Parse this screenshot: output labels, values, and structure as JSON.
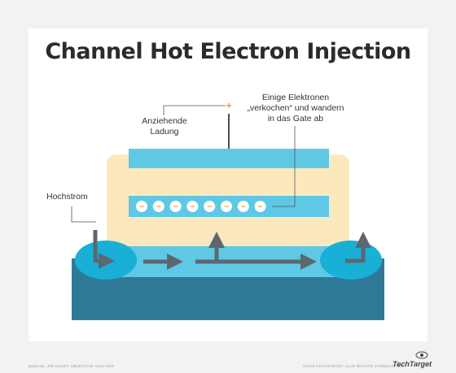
{
  "title": "Channel Hot Electron Injection",
  "labels": {
    "attractive_charge": [
      "Anziehende",
      "Ladung"
    ],
    "electrons_boil": [
      "Einige Elektronen",
      "„verkochen“ und wandern",
      "in das Gate ab"
    ],
    "high_current": "Hochstrom",
    "plus_sign": "+",
    "electron_sign": "−"
  },
  "electron_count": 8,
  "footer": {
    "source": "QUELLE: JIM HANDY, OBJECTIVE ANALYSIS",
    "copyright": "©2018 TECHTARGET. ALLE RECHTE VORBEHALTEN.",
    "brand": "TechTarget"
  },
  "colors": {
    "cream": "#fce8bd",
    "light_blue": "#5ec8e5",
    "dark_teal": "#2e7a96",
    "oval_blue": "#19b0d8",
    "arrow_gray": "#5c6770",
    "plus_orange": "#f39a1f"
  }
}
